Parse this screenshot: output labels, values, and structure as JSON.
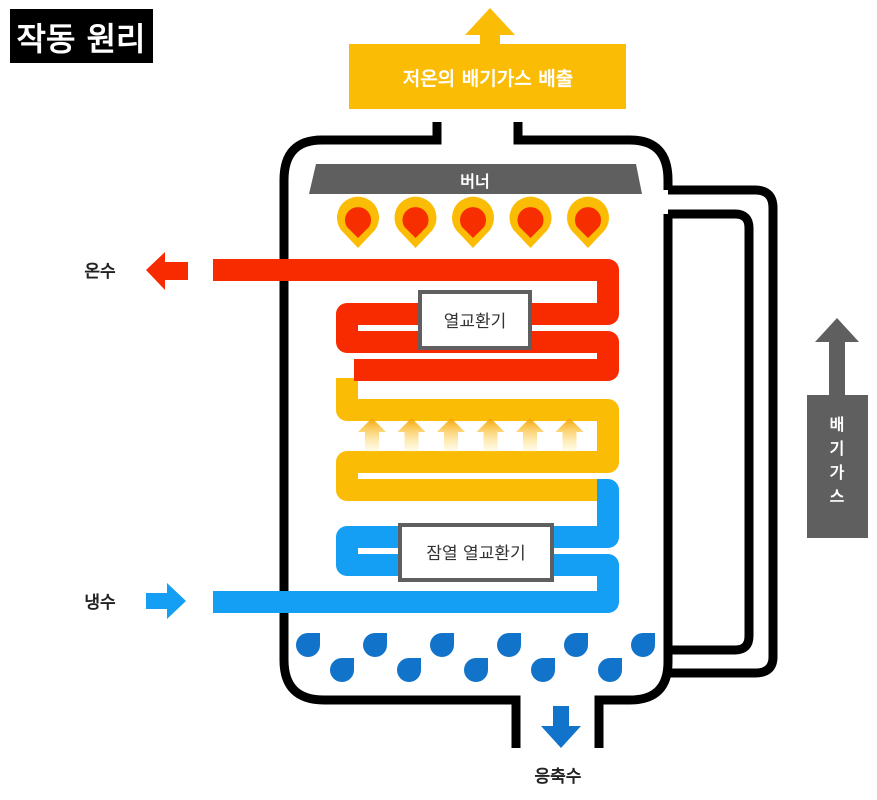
{
  "title": "작동 원리",
  "exhaust_top": {
    "label": "저온의 배기가스 배출",
    "color": "#fbbc06"
  },
  "burner": {
    "label": "버너",
    "color": "#5f5f5f",
    "flame_count": 5,
    "flame_outer": "#fbbc06",
    "flame_inner": "#f72e00"
  },
  "hot_water": {
    "label": "온수",
    "color": "#f72a00"
  },
  "cold_water": {
    "label": "냉수",
    "color": "#149ff5"
  },
  "heat_exchanger": {
    "label": "열교환기"
  },
  "latent_heat_exchanger": {
    "label": "잠열 열교환기"
  },
  "heat_flow": {
    "arrow_count": 6,
    "color": "#f7a400"
  },
  "exhaust_side": {
    "label": "배기가스",
    "color": "#5f5f5f"
  },
  "condensate": {
    "label": "응축수",
    "color": "#1173c9",
    "droplet_rows": 2
  },
  "colors": {
    "outline": "#000000",
    "gas_pipe": "#fbbc06",
    "box_border": "#5f5f5f",
    "text": "#222222"
  }
}
